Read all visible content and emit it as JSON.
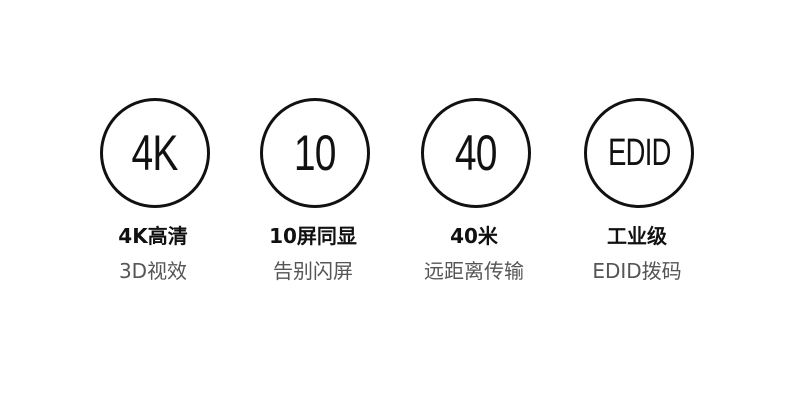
{
  "features": [
    {
      "badge": "4K",
      "title": "4K高清",
      "subtitle": "3D视效"
    },
    {
      "badge": "10",
      "title": "10屏同显",
      "subtitle": "告别闪屏"
    },
    {
      "badge": "40",
      "title": "40米",
      "subtitle": "远距离传输"
    },
    {
      "badge": "EDID",
      "title": "工业级",
      "subtitle": "EDID拨码"
    }
  ],
  "colors": {
    "ring": "#111111",
    "title": "#111111",
    "subtitle": "#555555",
    "background": "#ffffff"
  }
}
